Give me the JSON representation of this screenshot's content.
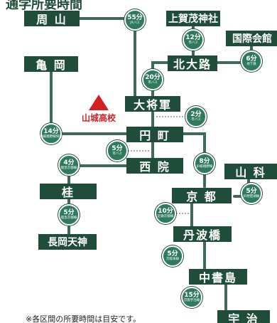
{
  "title": "通学所要時間",
  "note": "※各区間の所要時間は目安です。",
  "school": {
    "name": "山城高校",
    "icon": "mountain-logo-icon"
  },
  "colors": {
    "station": "#1f4d3a",
    "line": "#3f6a57",
    "badge": "#2f7a5d",
    "school": "#d42020"
  },
  "stations": [
    {
      "id": "shuzan",
      "label": "周 山"
    },
    {
      "id": "kamigamo",
      "label": "上賀茂神社"
    },
    {
      "id": "kokusai",
      "label": "国際会館"
    },
    {
      "id": "kitaoji",
      "label": "北大路"
    },
    {
      "id": "kameoka",
      "label": "亀 岡"
    },
    {
      "id": "taishogun",
      "label": "大将軍"
    },
    {
      "id": "emmachi",
      "label": "円 町"
    },
    {
      "id": "nishiin",
      "label": "西 院"
    },
    {
      "id": "yamashina",
      "label": "山 科"
    },
    {
      "id": "katsura",
      "label": "桂"
    },
    {
      "id": "kyoto",
      "label": "京 都"
    },
    {
      "id": "nagaoka",
      "label": "長岡天神"
    },
    {
      "id": "tambabashi",
      "label": "丹波橋"
    },
    {
      "id": "chushojima",
      "label": "中書島"
    },
    {
      "id": "uji",
      "label": "宇 治"
    }
  ],
  "segments": [
    {
      "id": "shuzan-taishogun",
      "minutes": "55分",
      "mode": "JRバス"
    },
    {
      "id": "kamigamo-kitaoji",
      "minutes": "12分",
      "mode": "市バス"
    },
    {
      "id": "kokusai-kitaoji",
      "minutes": "6分",
      "mode": "地下鉄"
    },
    {
      "id": "kitaoji-taishogun",
      "minutes": "20分",
      "mode": "市バス"
    },
    {
      "id": "taishogun-emmachi",
      "minutes": "2分",
      "mode": "市バス"
    },
    {
      "id": "kameoka-emmachi",
      "minutes": "14分",
      "mode": "JR嵯峨野線快速"
    },
    {
      "id": "emmachi-nishiin",
      "minutes": "5分",
      "mode": "市バス"
    },
    {
      "id": "emmachi-kyoto",
      "minutes": "8分",
      "mode": "JR嵯峨野線"
    },
    {
      "id": "nishiin-katsura",
      "minutes": "4分",
      "mode": "阪急京都線"
    },
    {
      "id": "katsura-nagaoka",
      "minutes": "5分",
      "mode": "阪急京都線"
    },
    {
      "id": "yamashina-kyoto",
      "minutes": "5分",
      "mode": "JR琵琶湖線"
    },
    {
      "id": "kyoto-tambabashi",
      "minutes": "10分",
      "mode": "近鉄京都線"
    },
    {
      "id": "tambabashi-chushojima",
      "minutes": "5分",
      "mode": "京阪本線"
    },
    {
      "id": "chushojima-uji",
      "minutes": "15分",
      "mode": "京阪宇治線"
    }
  ]
}
